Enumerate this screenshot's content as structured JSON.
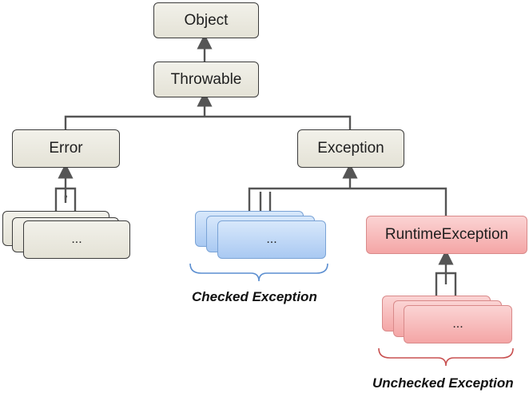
{
  "nodes": {
    "object": "Object",
    "throwable": "Throwable",
    "error": "Error",
    "exception": "Exception",
    "runtime_exception": "RuntimeException"
  },
  "stacks": {
    "error_children": "...",
    "checked_children": "...",
    "unchecked_children": "..."
  },
  "captions": {
    "checked": "Checked Exception",
    "unchecked": "Unchecked Exception"
  },
  "colors": {
    "base_fill": "#e9e7dc",
    "checked_fill": "#b6d2f5",
    "unchecked_fill": "#f6b3b3",
    "connector": "#555555",
    "brace": "#5b8ed0",
    "brace_unchecked": "#c85050"
  }
}
